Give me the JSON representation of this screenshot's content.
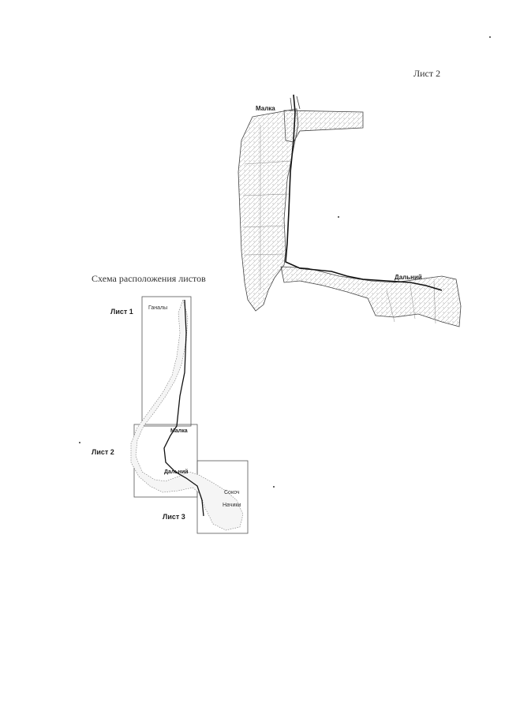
{
  "header": {
    "sheet_number": "Лист 2"
  },
  "main_map": {
    "places": {
      "malka": "Малка",
      "dalniy": "Дальний"
    }
  },
  "scheme": {
    "title": "Схема расположения листов",
    "sheets": {
      "sheet1": "Лист 1",
      "sheet2": "Лист 2",
      "sheet3": "Лист 3"
    },
    "places": {
      "ganaly": "Ганалы",
      "malka": "Малка",
      "dalniy": "Дальний",
      "sokoch": "Сокоч",
      "nachiki": "Начики"
    }
  },
  "colors": {
    "ink": "#222222",
    "map_fill": "#f1f1f1",
    "map_stroke": "#444444",
    "river": "#111111"
  }
}
